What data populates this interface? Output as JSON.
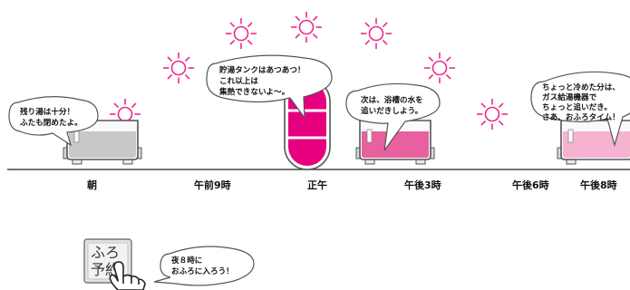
{
  "colors": {
    "sun": "#ee2a8c",
    "tank_fill": "#e6007e",
    "tub_gray_water": "#c8c8c8",
    "tub_pink_water": "#e8609f",
    "tub_light_pink_water": "#f5b3d1",
    "outline": "#555555",
    "axis": "#222222"
  },
  "icons": [
    "sun-icon",
    "bathtub-icon",
    "hot-water-tank-icon",
    "pointing-hand-icon",
    "furo-yoyaku-button"
  ],
  "timeline": {
    "labels": [
      "朝",
      "午前9時",
      "正午",
      "午後3時",
      "午後6時",
      "午後8時"
    ]
  },
  "bubbles": {
    "morning": [
      "残り湯は十分！",
      "ふたも閉めたよ。"
    ],
    "noon": [
      "貯湯タンクはあつあつ！",
      "これ以上は",
      "集熱できないよ～。"
    ],
    "afternoon": [
      "次は、浴槽の水を",
      "追いだきしよう。"
    ],
    "evening": [
      "ちょっと冷めた分は、",
      "ガス給湯機器で",
      "ちょっと追いだき。",
      "さあ、おふろタイム！"
    ],
    "reservation": [
      "夜８時に",
      "おふろに入ろう！"
    ]
  },
  "button": {
    "line1": "ふろ",
    "line2": "予約"
  }
}
